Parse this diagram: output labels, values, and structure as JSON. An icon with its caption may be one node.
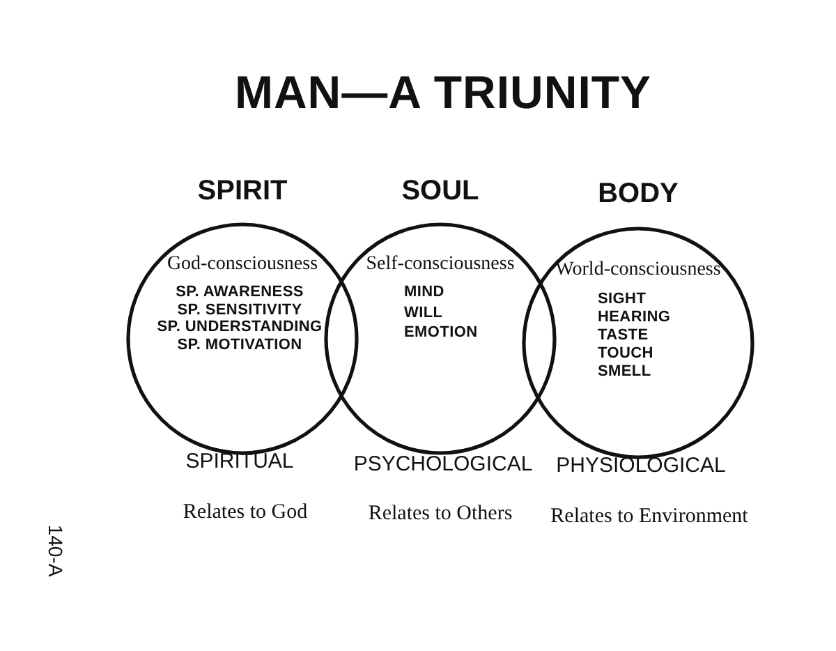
{
  "diagram": {
    "title": "MAN—A TRIUNITY",
    "nodes": [
      {
        "text": [
          "SPIRIT",
          "God-consciousness",
          "SP. AWARENESS",
          "SP. SENSITIVITY",
          "SP. UNDERSTANDING",
          "SP. MOTIVATION"
        ],
        "beside": [
          "SPIRITUAL",
          "Relates to God"
        ]
      },
      {
        "text": [
          "SOUL",
          "Self-consciousness",
          "MIND",
          "WILL",
          "EMOTION"
        ],
        "beside": [
          "PSYCHOLOGICAL",
          "Relates to Others"
        ]
      },
      {
        "text": [
          "BODY",
          "World-consciousness",
          "SIGHT",
          "HEARING",
          "TASTE",
          "TOUCH",
          "SMELL"
        ],
        "beside": [
          "PHYSIOLOGICAL",
          "Relates to Environment"
        ]
      }
    ],
    "labels": [
      "140-A"
    ]
  }
}
